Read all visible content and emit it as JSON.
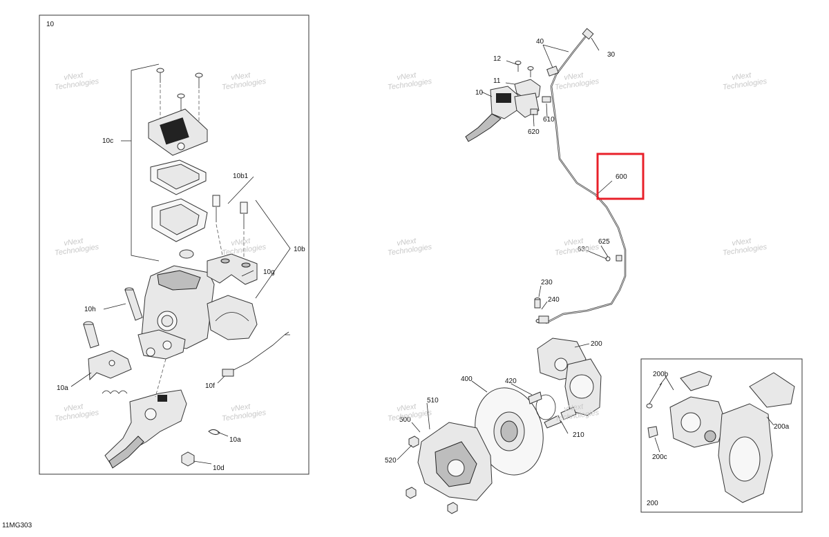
{
  "diagram": {
    "reference_code": "11MG303",
    "left_panel_label": "10",
    "inset_panel_label": "200",
    "watermark_lines": [
      "vNext",
      "Technologies"
    ],
    "highlight_color": "#e8202a",
    "callouts": {
      "c10c": "10c",
      "c10b1": "10b1",
      "c10b": "10b",
      "c10g": "10g",
      "c10h": "10h",
      "c10f": "10f",
      "c10a_1": "10a",
      "c10a_2": "10a",
      "c10d": "10d",
      "c12": "12",
      "c11": "11",
      "c10": "10",
      "c40": "40",
      "c30": "30",
      "c620": "620",
      "c610": "610",
      "c600": "600",
      "c625": "625",
      "c630": "630",
      "c230": "230",
      "c240": "240",
      "c200": "200",
      "c400": "400",
      "c420": "420",
      "c510": "510",
      "c500": "500",
      "c520": "520",
      "c210": "210",
      "c200b": "200b",
      "c200a": "200a",
      "c200c": "200c"
    }
  }
}
